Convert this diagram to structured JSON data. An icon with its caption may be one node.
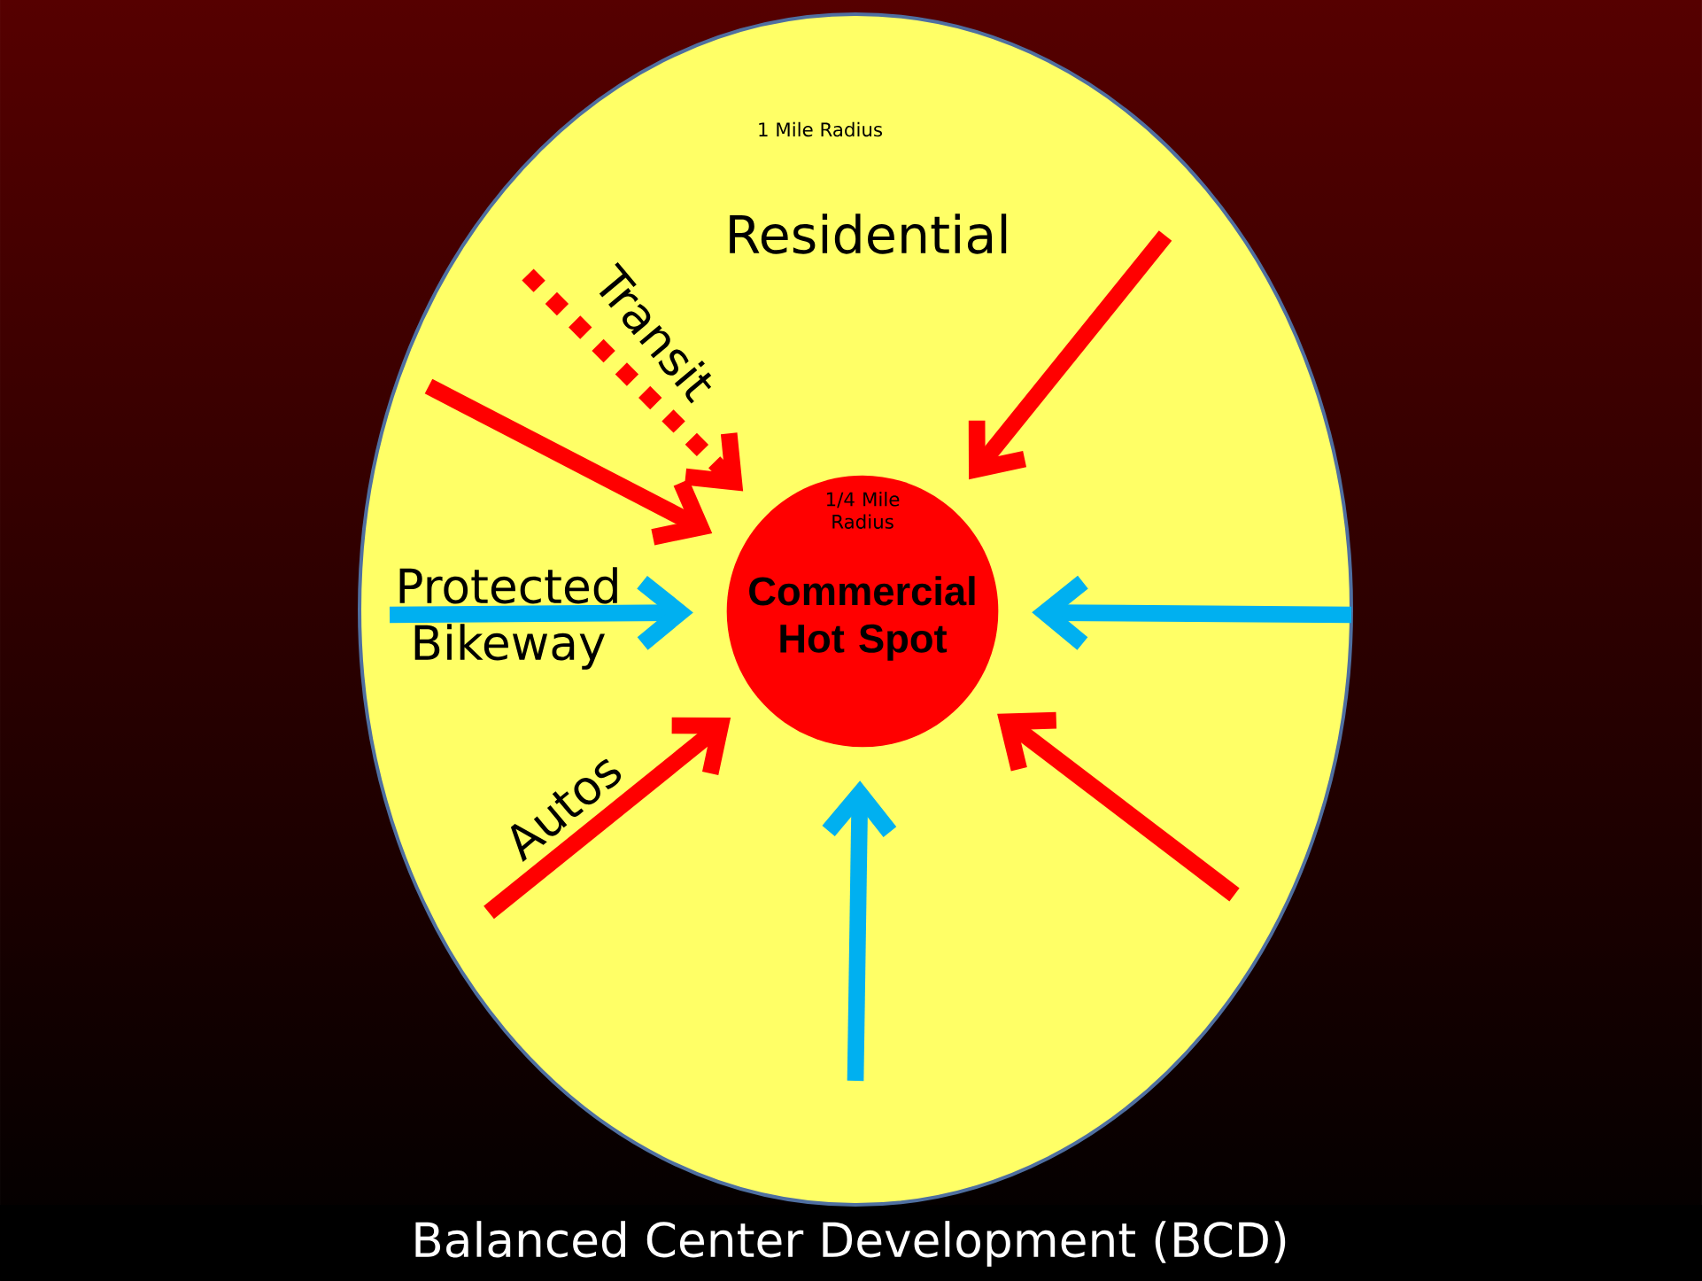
{
  "diagram": {
    "title": "Balanced Center Development (BCD)",
    "nodes": [
      {
        "text": [
          "1 Mile Radius",
          "Residential"
        ]
      },
      {
        "text": [
          "1/4 Mile Radius",
          "Commercial Hot Spot"
        ],
        "in": 0
      }
    ],
    "edges": [
      {
        "from": null,
        "to": 1,
        "arrow": "to",
        "label": "Transit",
        "style": "dashed"
      },
      {
        "from": null,
        "to": 1,
        "arrow": "to"
      },
      {
        "from": null,
        "to": 1,
        "arrow": "to",
        "label": "Protected Bikeway",
        "color": "#00b0f0"
      },
      {
        "from": null,
        "to": 1,
        "arrow": "to",
        "label": "Autos"
      },
      {
        "from": null,
        "to": 1,
        "arrow": "to",
        "color": "#00b0f0"
      },
      {
        "from": null,
        "to": 1,
        "arrow": "to"
      },
      {
        "from": null,
        "to": 1,
        "arrow": "to",
        "color": "#00b0f0"
      },
      {
        "from": null,
        "to": 1,
        "arrow": "to"
      }
    ]
  }
}
